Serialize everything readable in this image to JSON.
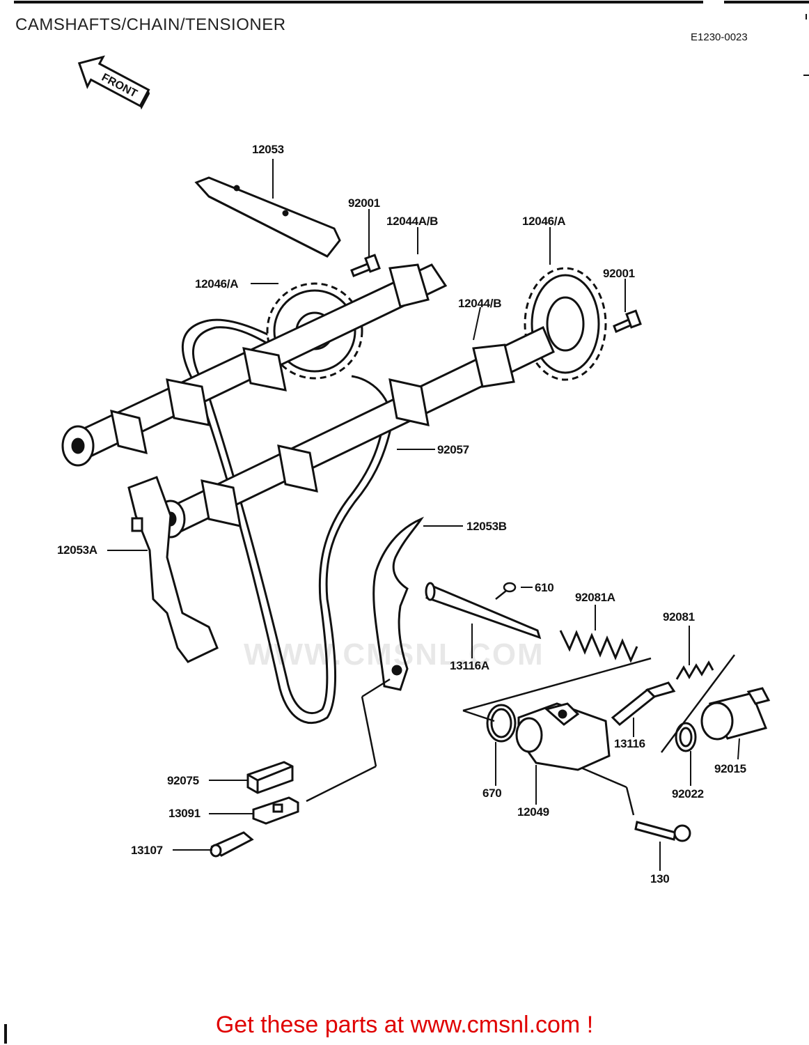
{
  "page_title": "CAMSHAFTS/CHAIN/TENSIONER",
  "diagram_code": "E1230-0023",
  "front_arrow_text": "FRONT",
  "watermark_text": "WWW.CMSNL.COM",
  "footer_link_text": "Get these parts at www.cmsnl.com !",
  "colors": {
    "footer_link": "#e00000",
    "line_art": "#111111"
  },
  "parts": {
    "p12053": "12053",
    "p92001_a": "92001",
    "p12044ab": "12044A/B",
    "p12046a_right": "12046/A",
    "p12046a_left": "12046/A",
    "p92001_b": "92001",
    "p12044b": "12044/B",
    "p92057": "92057",
    "p12053b": "12053B",
    "p12053a": "12053A",
    "p610": "610",
    "p92081a": "92081A",
    "p92081": "92081",
    "p13116a": "13116A",
    "p13116": "13116",
    "p92015": "92015",
    "p670": "670",
    "p12049": "12049",
    "p92022": "92022",
    "p92075": "92075",
    "p13091": "13091",
    "p13107": "13107",
    "p130": "130"
  }
}
